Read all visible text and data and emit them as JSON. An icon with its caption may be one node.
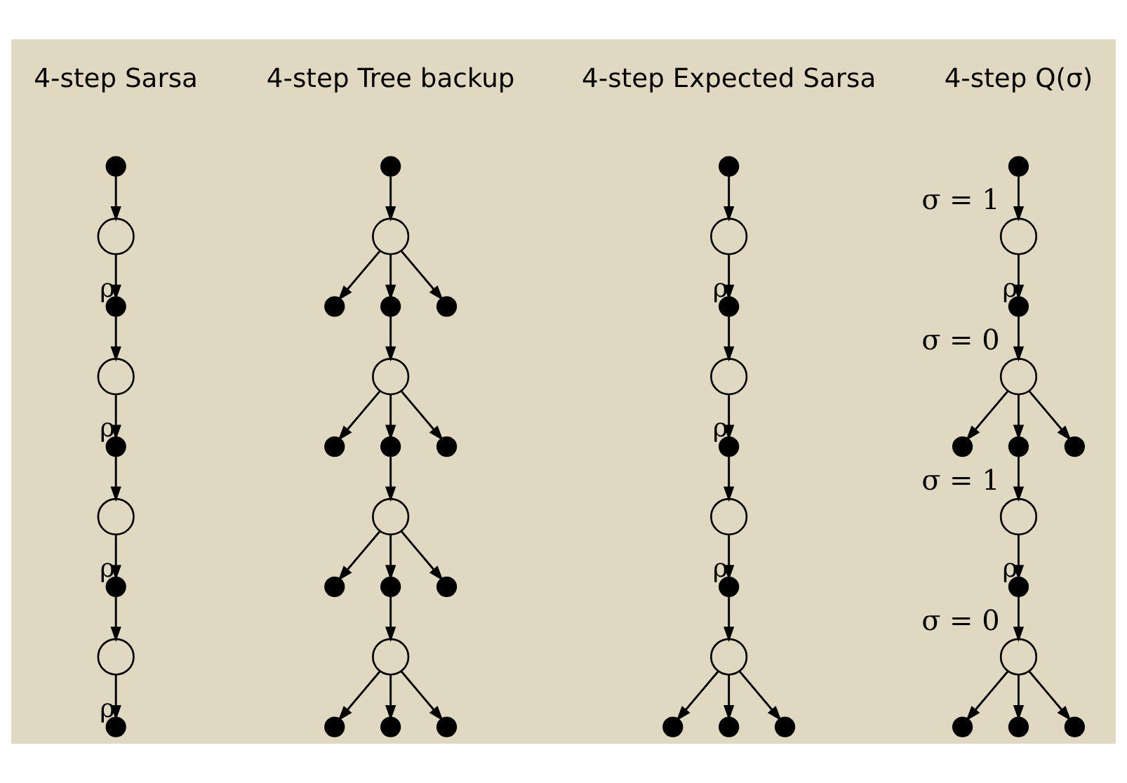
{
  "diagram": {
    "nodes": [
      {
        "text": [],
        "shape": "dot"
      },
      {
        "text": [],
        "shape": "circle"
      },
      {
        "text": [],
        "shape": "dot"
      },
      {
        "text": [],
        "shape": "circle"
      },
      {
        "text": [],
        "shape": "dot"
      },
      {
        "text": [],
        "shape": "circle"
      },
      {
        "text": [],
        "shape": "dot"
      },
      {
        "text": [],
        "shape": "circle"
      },
      {
        "text": [],
        "shape": "dot"
      },
      {
        "text": [],
        "shape": "dot"
      },
      {
        "text": [],
        "shape": "circle"
      },
      {
        "text": [],
        "shape": "dot"
      },
      {
        "text": [],
        "shape": "dot"
      },
      {
        "text": [],
        "shape": "dot"
      },
      {
        "text": [],
        "shape": "circle"
      },
      {
        "text": [],
        "shape": "dot"
      },
      {
        "text": [],
        "shape": "dot"
      },
      {
        "text": [],
        "shape": "dot"
      },
      {
        "text": [],
        "shape": "circle"
      },
      {
        "text": [],
        "shape": "dot"
      },
      {
        "text": [],
        "shape": "dot"
      },
      {
        "text": [],
        "shape": "dot"
      },
      {
        "text": [],
        "shape": "circle"
      },
      {
        "text": [],
        "shape": "dot"
      },
      {
        "text": [],
        "shape": "dot"
      },
      {
        "text": [],
        "shape": "dot"
      },
      {
        "text": [],
        "shape": "dot"
      },
      {
        "text": [],
        "shape": "circle"
      },
      {
        "text": [],
        "shape": "dot"
      },
      {
        "text": [],
        "shape": "circle"
      },
      {
        "text": [],
        "shape": "dot"
      },
      {
        "text": [],
        "shape": "circle"
      },
      {
        "text": [],
        "shape": "dot"
      },
      {
        "text": [],
        "shape": "circle"
      },
      {
        "text": [],
        "shape": "dot"
      },
      {
        "text": [],
        "shape": "dot"
      },
      {
        "text": [],
        "shape": "dot"
      },
      {
        "text": [],
        "shape": "dot"
      },
      {
        "text": [],
        "shape": "circle",
        "beside": [
          "σ = 1"
        ]
      },
      {
        "text": [],
        "shape": "dot"
      },
      {
        "text": [],
        "shape": "circle",
        "beside": [
          "σ = 0"
        ]
      },
      {
        "text": [],
        "shape": "dot"
      },
      {
        "text": [],
        "shape": "dot"
      },
      {
        "text": [],
        "shape": "dot"
      },
      {
        "text": [],
        "shape": "circle",
        "beside": [
          "σ = 1"
        ]
      },
      {
        "text": [],
        "shape": "dot"
      },
      {
        "text": [],
        "shape": "circle",
        "beside": [
          "σ = 0"
        ]
      },
      {
        "text": [],
        "shape": "dot"
      },
      {
        "text": [],
        "shape": "dot"
      },
      {
        "text": [],
        "shape": "dot"
      }
    ],
    "edges": [
      {
        "from": 0,
        "to": 1,
        "arrow": "to"
      },
      {
        "from": 1,
        "to": 2,
        "arrow": "to",
        "label": "ρ"
      },
      {
        "from": 2,
        "to": 3,
        "arrow": "to"
      },
      {
        "from": 3,
        "to": 4,
        "arrow": "to",
        "label": "ρ"
      },
      {
        "from": 4,
        "to": 5,
        "arrow": "to"
      },
      {
        "from": 5,
        "to": 6,
        "arrow": "to",
        "label": "ρ"
      },
      {
        "from": 6,
        "to": 7,
        "arrow": "to"
      },
      {
        "from": 7,
        "to": 8,
        "arrow": "to",
        "label": "ρ"
      },
      {
        "from": 9,
        "to": 10,
        "arrow": "to"
      },
      {
        "from": 10,
        "to": 11,
        "arrow": "to"
      },
      {
        "from": 10,
        "to": 12,
        "arrow": "to"
      },
      {
        "from": 10,
        "to": 13,
        "arrow": "to"
      },
      {
        "from": 12,
        "to": 14,
        "arrow": "to"
      },
      {
        "from": 14,
        "to": 15,
        "arrow": "to"
      },
      {
        "from": 14,
        "to": 16,
        "arrow": "to"
      },
      {
        "from": 14,
        "to": 17,
        "arrow": "to"
      },
      {
        "from": 16,
        "to": 18,
        "arrow": "to"
      },
      {
        "from": 18,
        "to": 19,
        "arrow": "to"
      },
      {
        "from": 18,
        "to": 20,
        "arrow": "to"
      },
      {
        "from": 18,
        "to": 21,
        "arrow": "to"
      },
      {
        "from": 20,
        "to": 22,
        "arrow": "to"
      },
      {
        "from": 22,
        "to": 23,
        "arrow": "to"
      },
      {
        "from": 22,
        "to": 24,
        "arrow": "to"
      },
      {
        "from": 22,
        "to": 25,
        "arrow": "to"
      },
      {
        "from": 26,
        "to": 27,
        "arrow": "to"
      },
      {
        "from": 27,
        "to": 28,
        "arrow": "to",
        "label": "ρ"
      },
      {
        "from": 28,
        "to": 29,
        "arrow": "to"
      },
      {
        "from": 29,
        "to": 30,
        "arrow": "to",
        "label": "ρ"
      },
      {
        "from": 30,
        "to": 31,
        "arrow": "to"
      },
      {
        "from": 31,
        "to": 32,
        "arrow": "to",
        "label": "ρ"
      },
      {
        "from": 32,
        "to": 33,
        "arrow": "to"
      },
      {
        "from": 33,
        "to": 34,
        "arrow": "to"
      },
      {
        "from": 33,
        "to": 35,
        "arrow": "to"
      },
      {
        "from": 33,
        "to": 36,
        "arrow": "to"
      },
      {
        "from": 37,
        "to": 38,
        "arrow": "to"
      },
      {
        "from": 38,
        "to": 39,
        "arrow": "to",
        "label": "ρ"
      },
      {
        "from": 39,
        "to": 40,
        "arrow": "to"
      },
      {
        "from": 40,
        "to": 41,
        "arrow": "to"
      },
      {
        "from": 40,
        "to": 42,
        "arrow": "to"
      },
      {
        "from": 40,
        "to": 43,
        "arrow": "to"
      },
      {
        "from": 42,
        "to": 44,
        "arrow": "to"
      },
      {
        "from": 44,
        "to": 45,
        "arrow": "to",
        "label": "ρ"
      },
      {
        "from": 45,
        "to": 46,
        "arrow": "to"
      },
      {
        "from": 46,
        "to": 47,
        "arrow": "to"
      },
      {
        "from": 46,
        "to": 48,
        "arrow": "to"
      },
      {
        "from": 46,
        "to": 49,
        "arrow": "to"
      }
    ],
    "labels": [
      "4-step Sarsa",
      "4-step Tree backup",
      "4-step Expected Sarsa",
      "4-step Q(σ)"
    ]
  }
}
